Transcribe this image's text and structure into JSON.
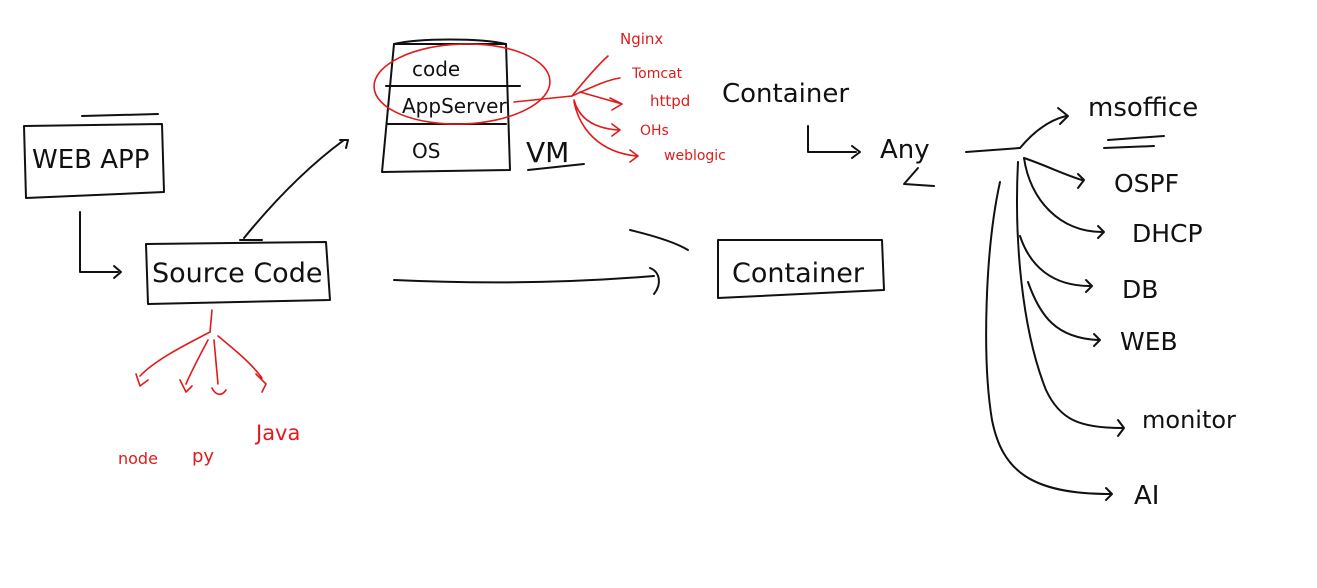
{
  "colors": {
    "ink": "#111111",
    "annotation": "#e01b1b",
    "background": "#ffffff"
  },
  "boxes": {
    "webapp": "WEB APP",
    "source_code": "Source Code",
    "container_box": "Container"
  },
  "vm_stack": {
    "layers": [
      "code",
      "AppServer",
      "OS"
    ],
    "label": "VM"
  },
  "app_servers": [
    "Nginx",
    "Tomcat",
    "httpd",
    "OHs",
    "weblogic"
  ],
  "languages": [
    "node",
    "py",
    "Java"
  ],
  "container_heading": "Container",
  "any_label": "Any",
  "examples": [
    "msoffice",
    "OSPF",
    "DHCP",
    "DB",
    "WEB",
    "monitor",
    "AI"
  ]
}
